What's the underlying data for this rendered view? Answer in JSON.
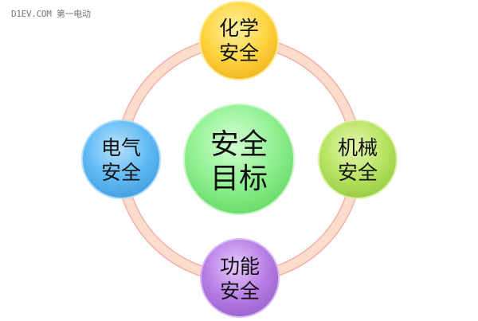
{
  "watermark": "D1EV.COM 第一电动",
  "center": {
    "line1": "安全",
    "line2": "目标",
    "color": "#8ef08e"
  },
  "nodes": [
    {
      "id": "chemical",
      "line1": "化学",
      "line2": "安全",
      "color": "#ffd23a"
    },
    {
      "id": "electrical",
      "line1": "电气",
      "line2": "安全",
      "color": "#5ab8f5"
    },
    {
      "id": "mechanical",
      "line1": "机械",
      "line2": "安全",
      "color": "#b3e25a"
    },
    {
      "id": "functional",
      "line1": "功能",
      "line2": "安全",
      "color": "#b67ae6"
    }
  ],
  "ring_color": "#fbd3c0"
}
